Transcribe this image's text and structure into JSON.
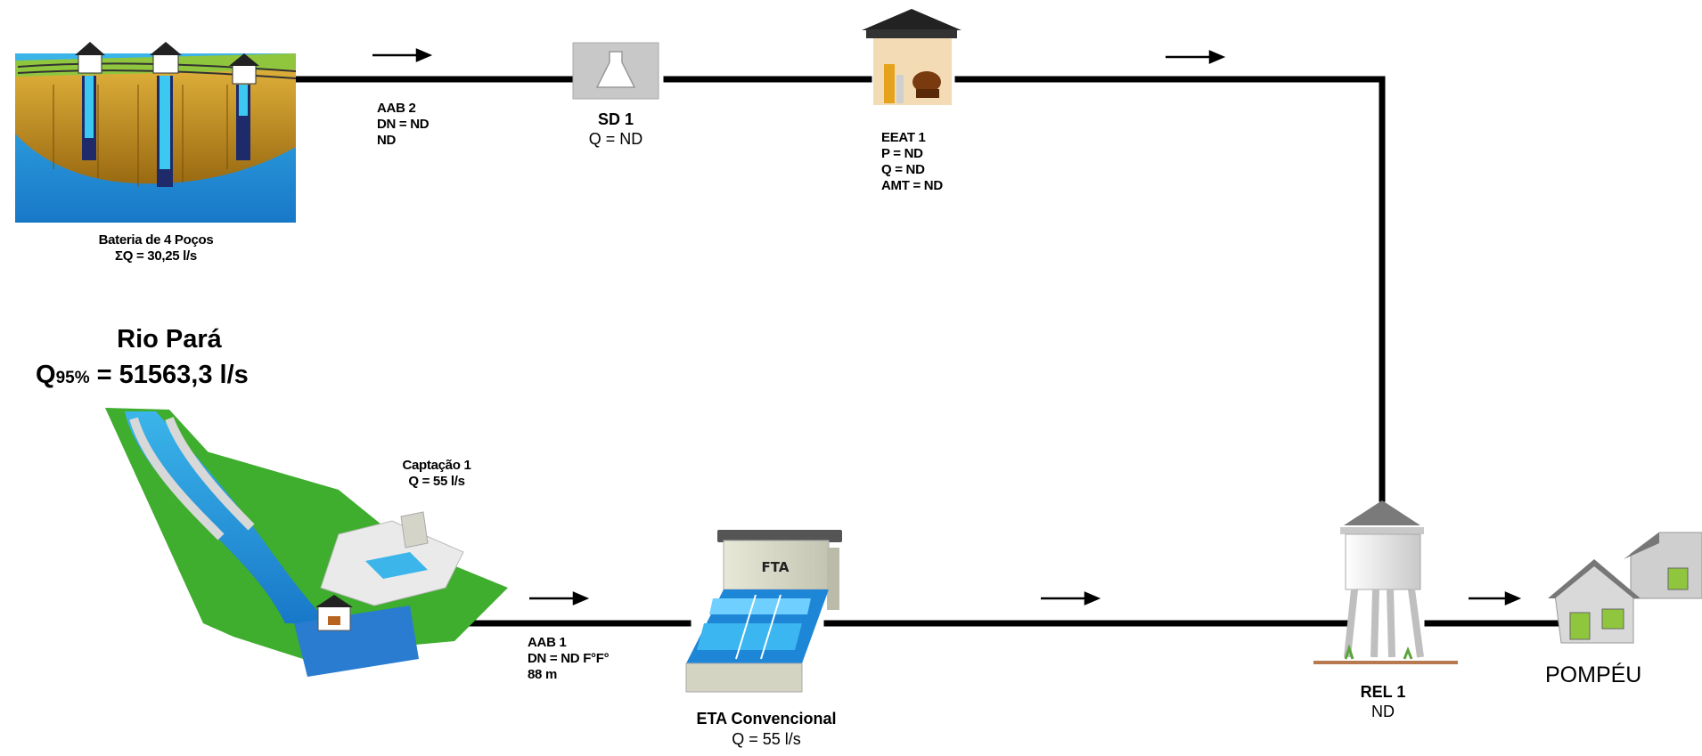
{
  "wells": {
    "title": "Bateria de 4 Poços",
    "flow": "ΣQ = 30,25 l/s"
  },
  "aab2": {
    "name": "AAB 2",
    "dn": "DN = ND",
    "length": "ND"
  },
  "sd1": {
    "name": "SD 1",
    "flow": "Q = ND"
  },
  "eeat1": {
    "name": "EEAT 1",
    "power": "P = ND",
    "flow": "Q = ND",
    "amt": "AMT = ND"
  },
  "river": {
    "name": "Rio Pará",
    "q_symbol": "Q",
    "q_sub": "95%",
    "q_value": "=  51563,3 l/s"
  },
  "captacao1": {
    "name": "Captação 1",
    "flow": "Q = 55 l/s"
  },
  "aab1": {
    "name": "AAB 1",
    "dn": "DN = ND F°F°",
    "length": "88 m"
  },
  "eta": {
    "tag": "FTA",
    "name": "ETA Convencional",
    "flow": "Q = 55 l/s"
  },
  "rel1": {
    "name": "REL 1",
    "volume": "ND"
  },
  "city": {
    "name": "POMPÉU"
  },
  "icons": {
    "flow_arrow": "right-arrow-icon",
    "lab": "flask-icon",
    "pump": "pump-house-icon",
    "tank": "water-tower-icon",
    "town": "houses-icon"
  },
  "colors": {
    "pipe": "#000000",
    "water": "#29a9e0",
    "grass": "#3fad2e",
    "soil": "#c9961e"
  }
}
